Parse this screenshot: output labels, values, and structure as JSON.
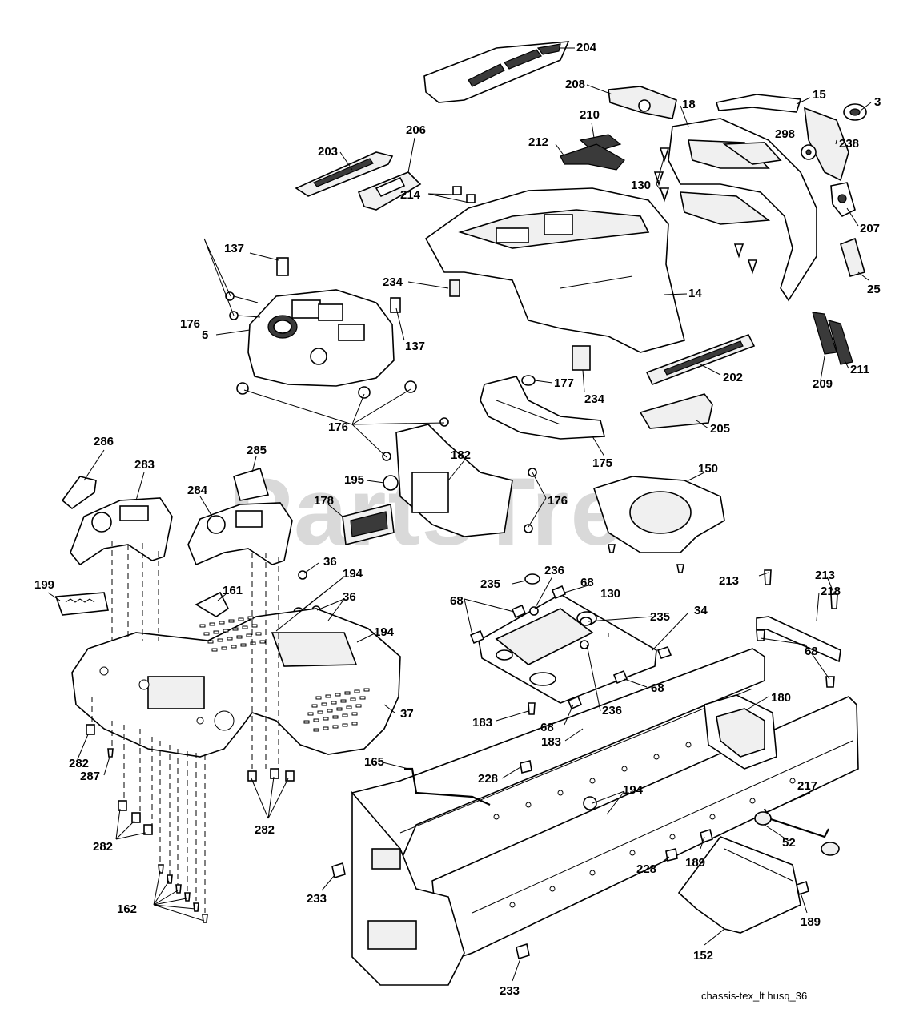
{
  "diagram": {
    "watermark": "PartsTree",
    "reference": "chassis-tex_lt husq_36",
    "callouts": [
      "204",
      "208",
      "15",
      "3",
      "18",
      "210",
      "298",
      "212",
      "206",
      "203",
      "238",
      "130",
      "214",
      "207",
      "137",
      "234",
      "25",
      "14",
      "176",
      "137",
      "5",
      "202",
      "209",
      "211",
      "177",
      "234",
      "176",
      "205",
      "175",
      "286",
      "285",
      "283",
      "182",
      "150",
      "195",
      "284",
      "178",
      "176",
      "36",
      "194",
      "199",
      "161",
      "36",
      "194",
      "235",
      "236",
      "68",
      "68",
      "213",
      "213",
      "218",
      "235",
      "34",
      "68",
      "130",
      "68",
      "37",
      "180",
      "183",
      "68",
      "183",
      "236",
      "282",
      "287",
      "165",
      "228",
      "194",
      "217",
      "282",
      "282",
      "189",
      "52",
      "228",
      "233",
      "189",
      "162",
      "152",
      "233"
    ]
  }
}
